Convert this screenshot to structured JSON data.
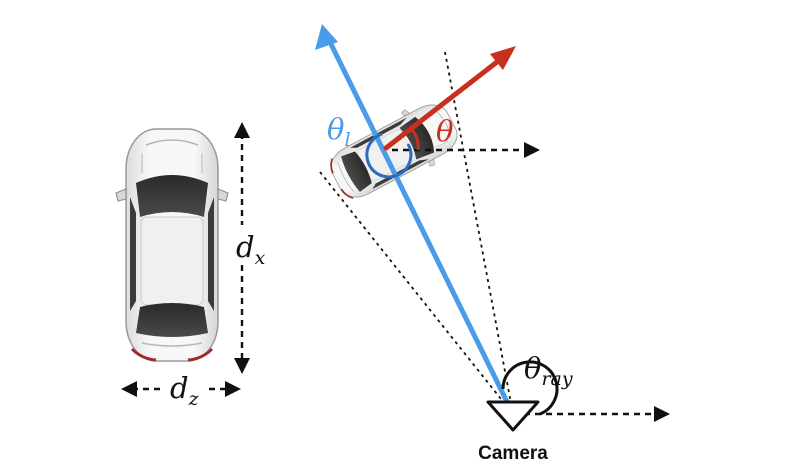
{
  "labels": {
    "theta_l": {
      "symbol": "θ",
      "sub": "l"
    },
    "theta": {
      "symbol": "θ"
    },
    "d_x": {
      "symbol": "d",
      "sub": "x"
    },
    "d_z": {
      "symbol": "d",
      "sub": "z"
    },
    "theta_ray": {
      "symbol": "θ",
      "sub": "ray"
    },
    "camera": "Camera"
  },
  "colors": {
    "theta_l_blue": "#4a9be8",
    "theta_red": "#c8301e",
    "ink": "#111111"
  }
}
